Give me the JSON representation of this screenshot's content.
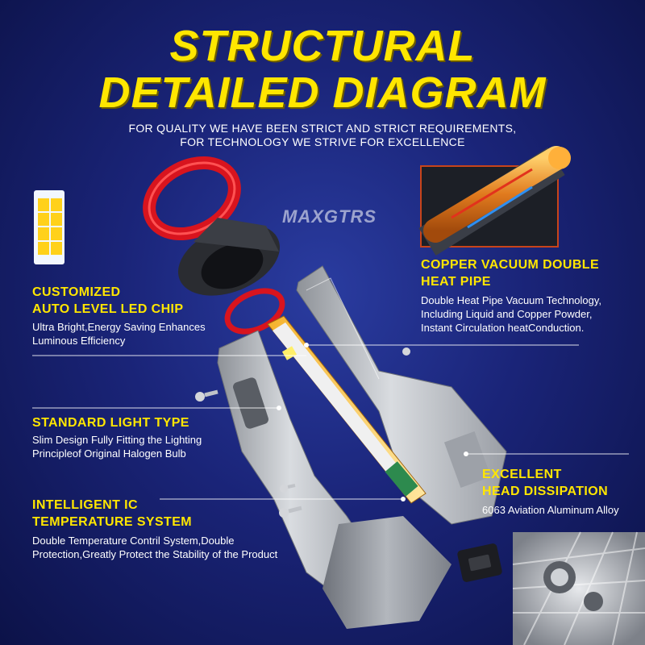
{
  "title_line1": "STRUCTURAL",
  "title_line2": "DETAILED DIAGRAM",
  "subtitle_line1": "FOR QUALITY WE HAVE BEEN STRICT AND STRICT REQUIREMENTS,",
  "subtitle_line2": "FOR TECHNOLOGY WE STRIVE FOR EXCELLENCE",
  "brand": "MAXGTRS",
  "features": {
    "led_chip": {
      "head_line1": "CUSTOMIZED",
      "head_line2": "AUTO LEVEL LED CHIP",
      "desc_line1": "Ultra Bright,Energy Saving Enhances",
      "desc_line2": "Luminous Efficiency"
    },
    "light_type": {
      "head_line1": "STANDARD LIGHT TYPE",
      "desc_line1": "Slim Design Fully Fitting the Lighting",
      "desc_line2": "Principleof Original Halogen Bulb"
    },
    "ic": {
      "head_line1": "INTELLIGENT IC",
      "head_line2": "TEMPERATURE SYSTEM",
      "desc_line1": "Double Temperature Contril System,Double",
      "desc_line2": "Protection,Greatly Protect the Stability of the Product"
    },
    "heat_pipe": {
      "head_line1": "COPPER VACUUM DOUBLE",
      "head_line2": "HEAT PIPE",
      "desc_line1": "Double Heat Pipe Vacuum Technology,",
      "desc_line2": "Including Liquid and Copper Powder,",
      "desc_line3": "Instant Circulation heatConduction."
    },
    "dissipation": {
      "head_line1": "EXCELLENT",
      "head_line2": "HEAD DISSIPATION",
      "desc_line1": "6063 Aviation Aluminum Alloy"
    }
  },
  "colors": {
    "accent": "#ffe600",
    "background": "#1a2478",
    "ring": "#d8141e",
    "aluminum": "#b9bcc2",
    "copper": "#e07a1e"
  }
}
